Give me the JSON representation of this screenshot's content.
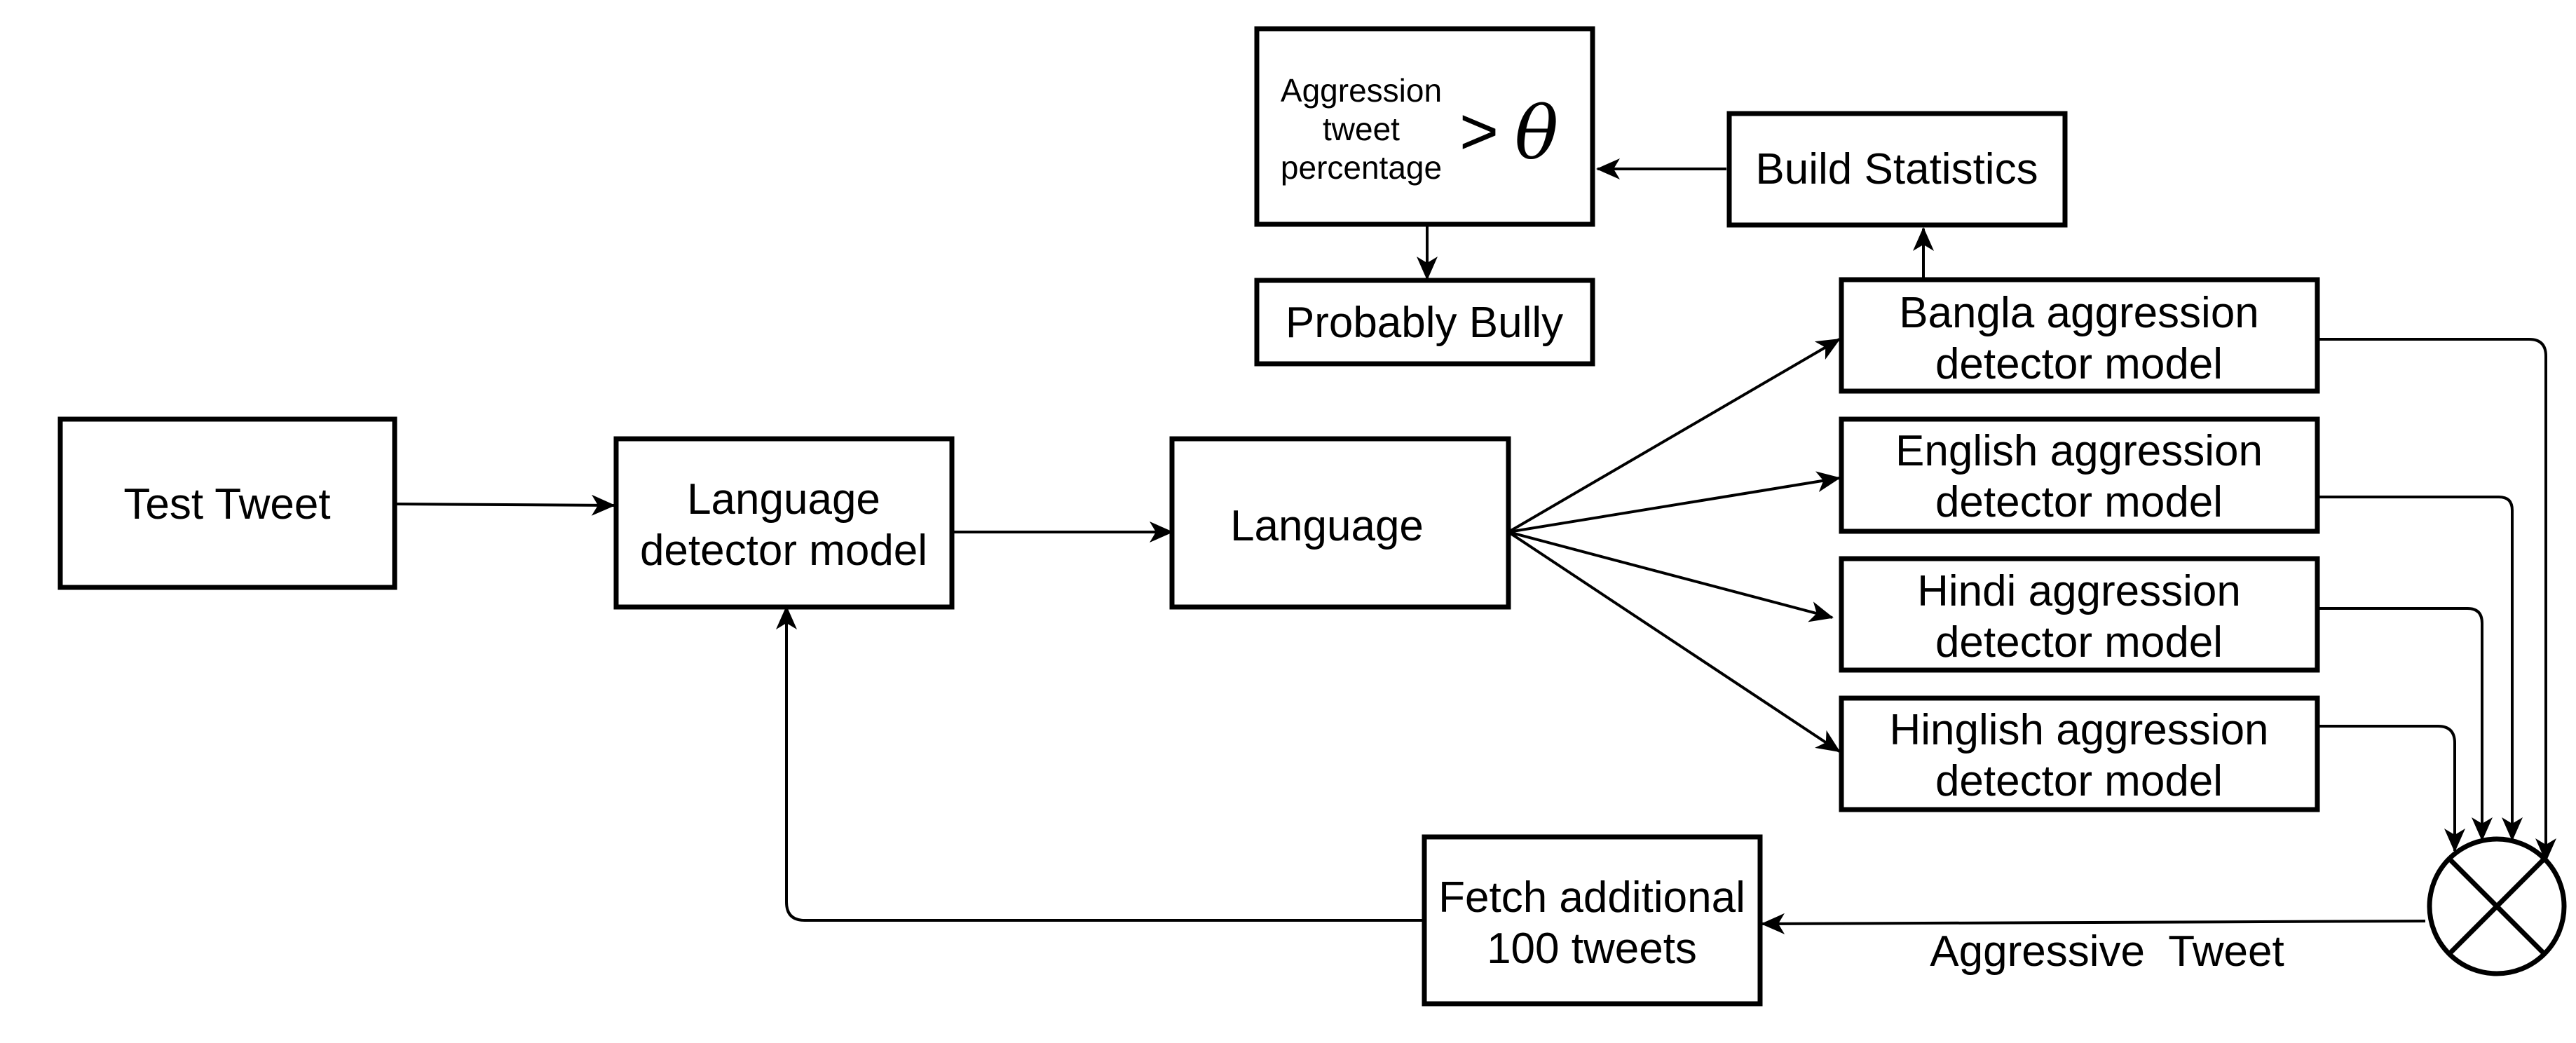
{
  "nodes": {
    "test_tweet": "Test Tweet",
    "language_detector": [
      "Language",
      "detector model"
    ],
    "language": "Language",
    "bangla": [
      "Bangla aggression",
      "detector model"
    ],
    "english": [
      "English aggression",
      "detector model"
    ],
    "hindi": [
      "Hindi aggression",
      "detector model"
    ],
    "hinglish": [
      "Hinglish aggression",
      "detector model"
    ],
    "build_statistics": "Build Statistics",
    "threshold": {
      "label_lines": [
        "Aggression",
        "tweet",
        "percentage"
      ],
      "operator": ">",
      "symbol": "θ"
    },
    "probably_bully": "Probably Bully",
    "fetch_additional": [
      "Fetch additional",
      "100 tweets"
    ]
  },
  "edge_labels": {
    "aggressive_tweet": "Aggressive  Tweet"
  },
  "icons": {
    "combiner": "circle-x-icon"
  }
}
